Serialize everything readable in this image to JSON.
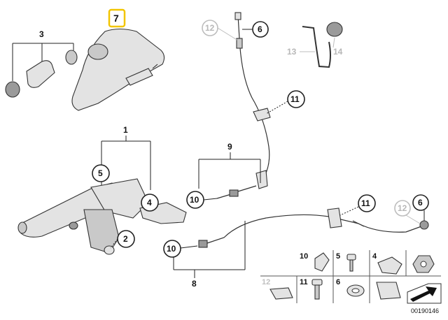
{
  "callouts": {
    "c1": "1",
    "c2": "2",
    "c3": "3",
    "c4": "4",
    "c5": "5",
    "c6a": "6",
    "c6b": "6",
    "c7": "7",
    "c8": "8",
    "c9": "9",
    "c10a": "10",
    "c10b": "10",
    "c11a": "11",
    "c11b": "11",
    "c12a": "12",
    "c12b": "12",
    "c13": "13",
    "c14": "14"
  },
  "legend": {
    "r1": [
      "10",
      "5",
      "4",
      ""
    ],
    "r2": [
      "11",
      "6"
    ],
    "r2_gray": "12"
  },
  "reference": "00190146",
  "colors": {
    "highlight": "#f2c500",
    "ink": "#222222",
    "inactive": "#bdbdbd"
  }
}
